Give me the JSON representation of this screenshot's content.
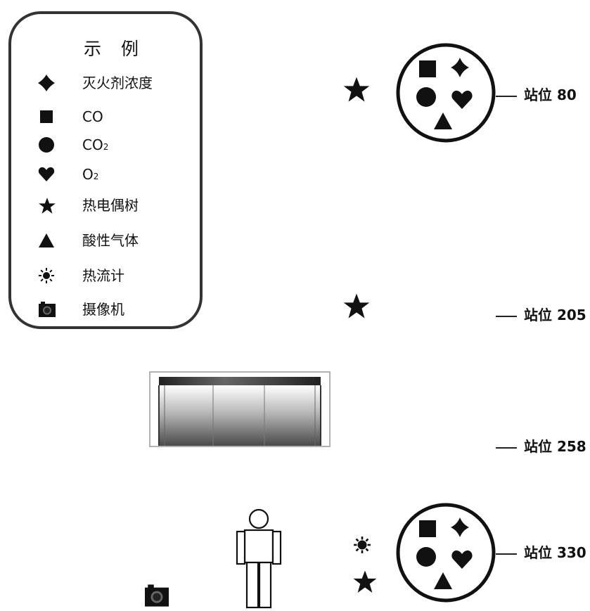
{
  "legend": {
    "title": "示 例",
    "items": [
      {
        "icon": "fire-suppressant-icon",
        "label": "灭火剂浓度"
      },
      {
        "icon": "square-icon",
        "label": "CO"
      },
      {
        "icon": "circle-icon",
        "label": "CO",
        "sub": "2"
      },
      {
        "icon": "heart-icon",
        "label": "O",
        "sub": "2"
      },
      {
        "icon": "star-icon",
        "label": "热电偶树"
      },
      {
        "icon": "triangle-icon",
        "label": "酸性气体"
      },
      {
        "icon": "heat-flux-icon",
        "label": "热流计"
      },
      {
        "icon": "camera-icon",
        "label": "摄像机"
      }
    ]
  },
  "stations": [
    {
      "label": "站位",
      "value": "80"
    },
    {
      "label": "站位",
      "value": "205"
    },
    {
      "label": "站位",
      "value": "258"
    },
    {
      "label": "站位",
      "value": "330"
    }
  ],
  "colors": {
    "ink": "#111111",
    "outline": "#333333"
  }
}
